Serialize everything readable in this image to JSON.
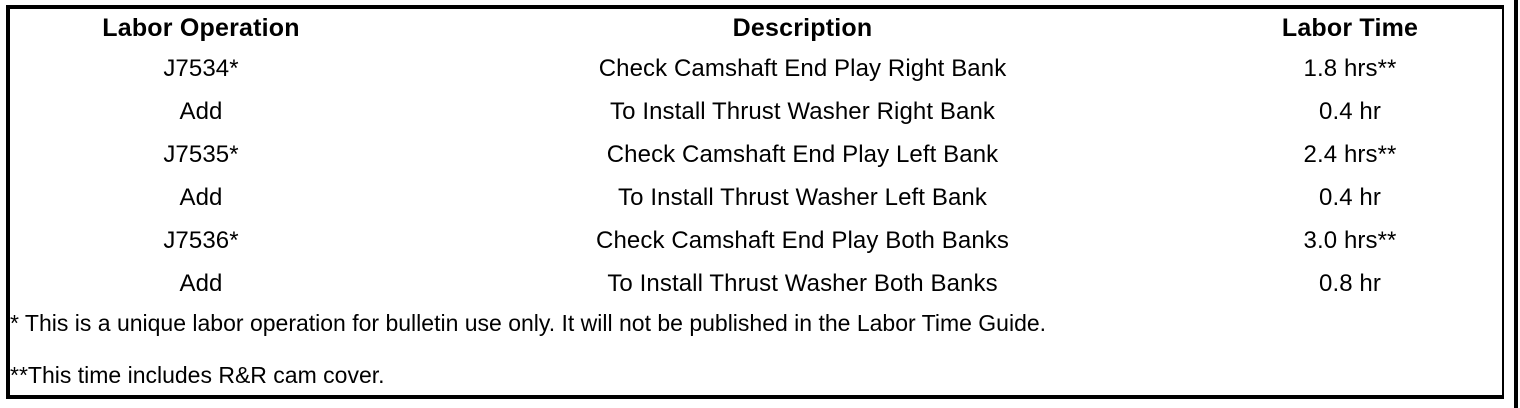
{
  "table": {
    "headers": [
      {
        "label": "Labor Operation"
      },
      {
        "label": "Description"
      },
      {
        "label": "Labor Time"
      },
      {
        "label": ""
      }
    ],
    "rows": [
      {
        "labor_operation": "J7534*",
        "description": "Check Camshaft End Play Right Bank",
        "labor_time": "1.8 hrs**",
        "extra": ""
      },
      {
        "labor_operation": "Add",
        "description": "To Install Thrust Washer Right Bank",
        "labor_time": "0.4 hr",
        "extra": ""
      },
      {
        "labor_operation": "J7535*",
        "description": "Check Camshaft End Play Left Bank",
        "labor_time": "2.4 hrs**",
        "extra": ""
      },
      {
        "labor_operation": "Add",
        "description": "To Install Thrust Washer Left Bank",
        "labor_time": "0.4 hr",
        "extra": ""
      },
      {
        "labor_operation": "J7536*",
        "description": "Check Camshaft End Play Both Banks",
        "labor_time": "3.0 hrs**",
        "extra": ""
      },
      {
        "labor_operation": "Add",
        "description": "To Install Thrust Washer Both Banks",
        "labor_time": "0.8 hr",
        "extra": ""
      }
    ],
    "footnotes": [
      "* This is a unique labor operation for bulletin use only. It will not be published in the Labor Time Guide.",
      "**This time includes R&R cam cover."
    ]
  },
  "colors": {
    "rule": "#000000",
    "text": "#000000",
    "background": "#ffffff"
  }
}
